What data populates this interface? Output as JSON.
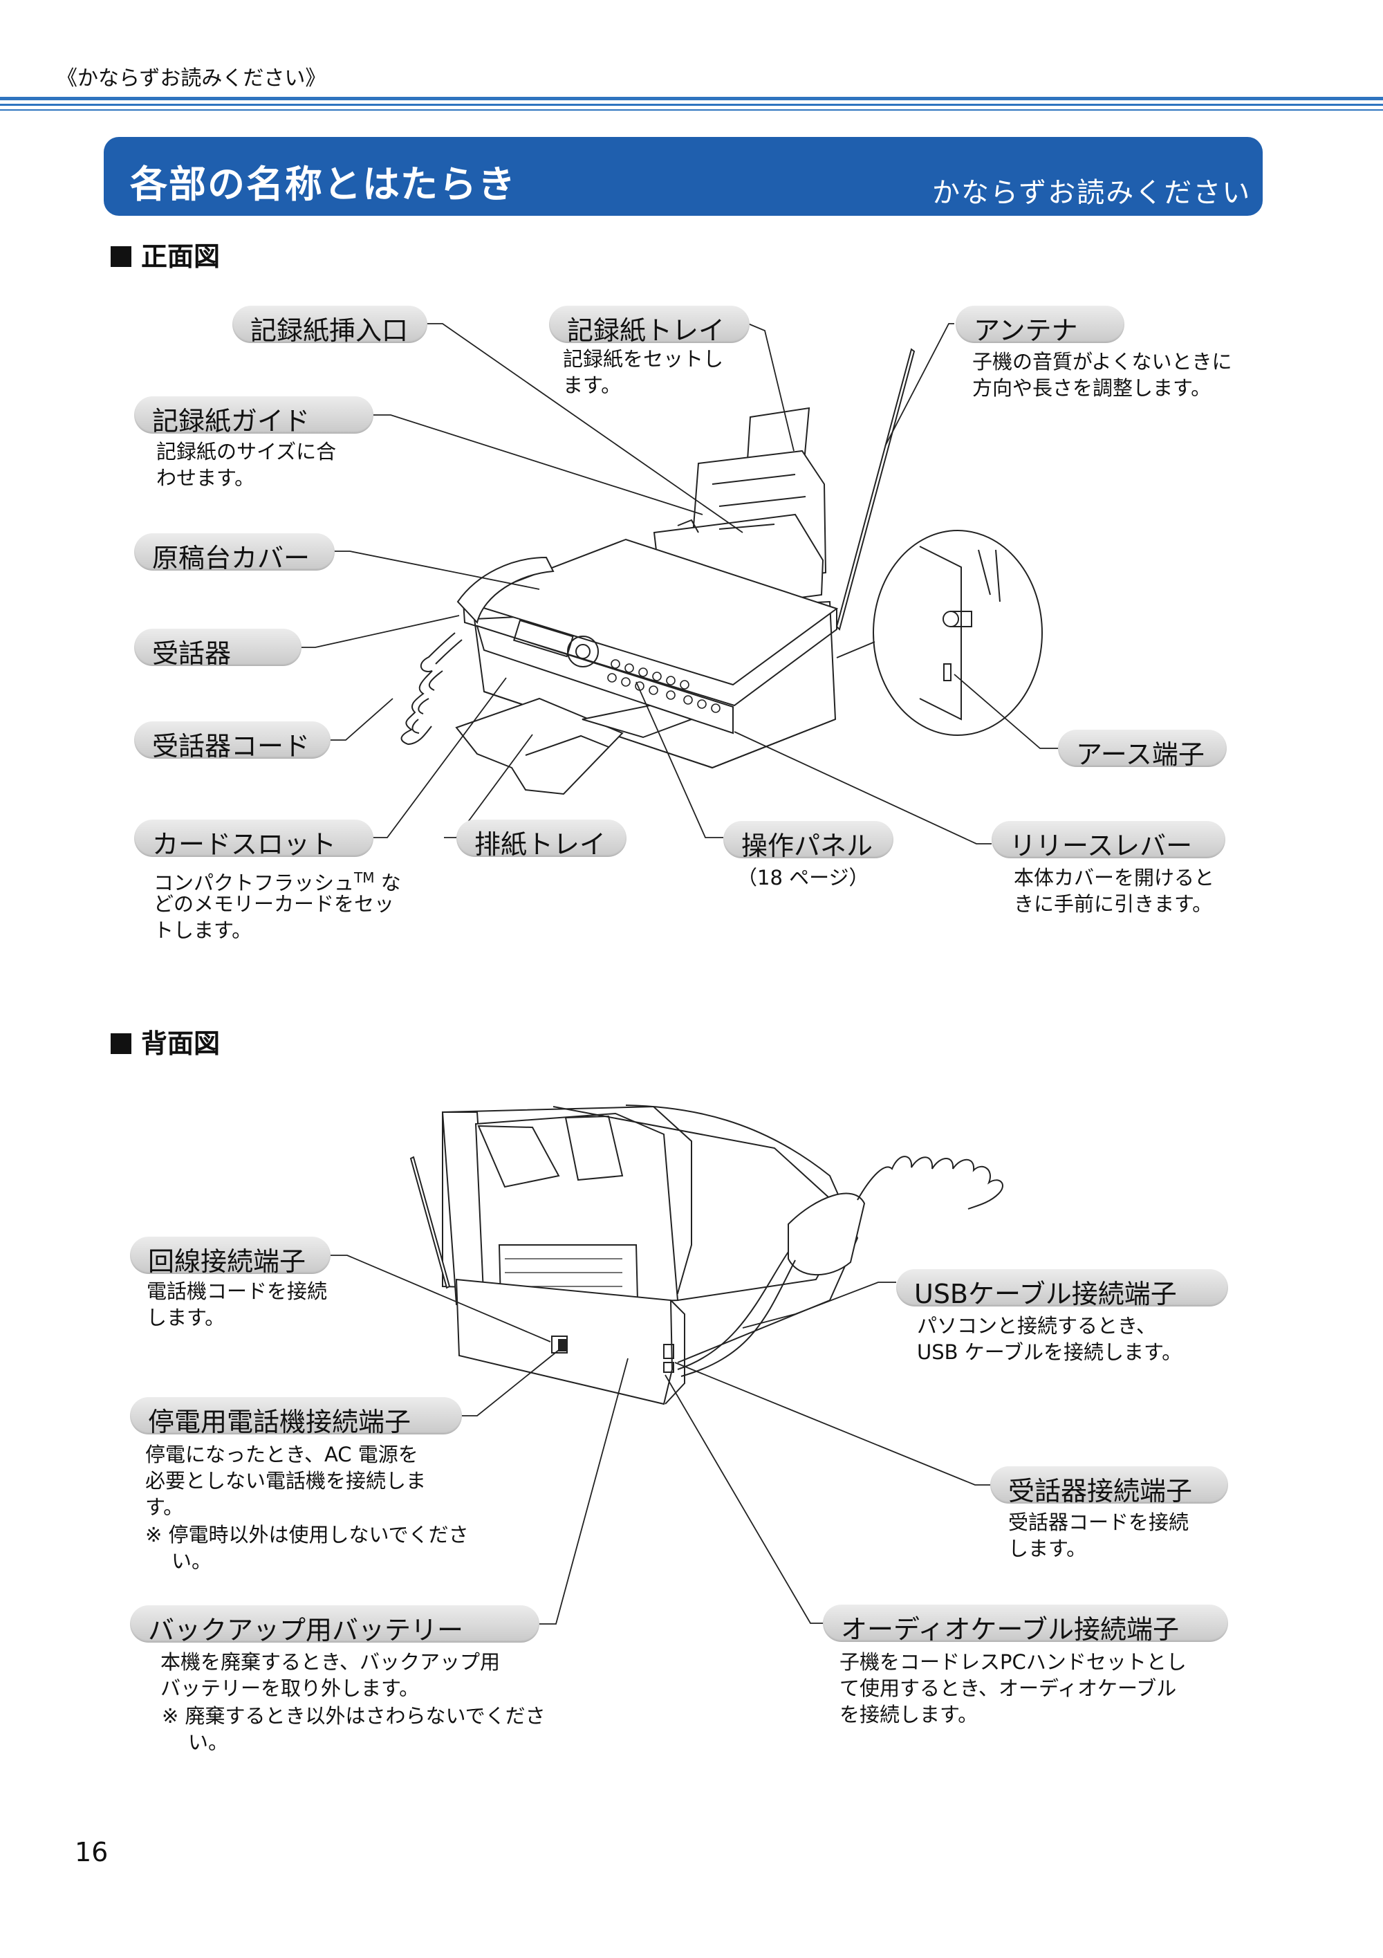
{
  "header": {
    "note": "《かならずお読みください》"
  },
  "title": {
    "main": "各部の名称とはたらき",
    "sub": "かならずお読みください"
  },
  "front": {
    "heading": "正面図",
    "labels": {
      "paper_insert": "記録紙挿入口",
      "paper_tray": "記録紙トレイ",
      "paper_tray_desc": "記録紙をセットし\nます。",
      "antenna": "アンテナ",
      "antenna_desc": "子機の音質がよくないときに\n方向や長さを調整します。",
      "paper_guide": "記録紙ガイド",
      "paper_guide_desc": "記録紙のサイズに合\nわせます。",
      "document_cover": "原稿台カバー",
      "handset": "受話器",
      "handset_cord": "受話器コード",
      "earth_terminal": "アース端子",
      "card_slot": "カードスロット",
      "card_slot_desc_1": "コンパクトフラッシュ",
      "card_slot_tm": "TM",
      "card_slot_desc_2": "な",
      "card_slot_desc_3": "どのメモリーカードをセッ\nトします。",
      "output_tray": "排紙トレイ",
      "control_panel": "操作パネル",
      "control_panel_desc": "（18 ページ）",
      "release_lever": "リリースレバー",
      "release_lever_desc": "本体カバーを開けると\nきに手前に引きます。"
    }
  },
  "back": {
    "heading": "背面図",
    "labels": {
      "line_terminal": "回線接続端子",
      "line_terminal_desc": "電話機コードを接続\nします。",
      "usb_terminal": "USBケーブル接続端子",
      "usb_terminal_desc": "パソコンと接続するとき、\nUSB ケーブルを接続します。",
      "power_fail_terminal": "停電用電話機接続端子",
      "power_fail_desc": "停電になったとき、AC 電源を\n必要としない電話機を接続しま\nす。",
      "power_fail_note": "※ 停電時以外は使用しないでください。",
      "handset_terminal": "受話器接続端子",
      "handset_terminal_desc": "受話器コードを接続\nします。",
      "backup_battery": "バックアップ用バッテリー",
      "backup_battery_desc": "本機を廃棄するとき、バックアップ用\nバッテリーを取り外します。",
      "backup_battery_note": "※ 廃棄するとき以外はさわらないでください。",
      "audio_terminal": "オーディオケーブル接続端子",
      "audio_terminal_desc": "子機をコードレスPCハンドセットとし\nて使用するとき、オーディオケーブル\nを接続します。"
    }
  },
  "footer": {
    "page_number": "16"
  }
}
